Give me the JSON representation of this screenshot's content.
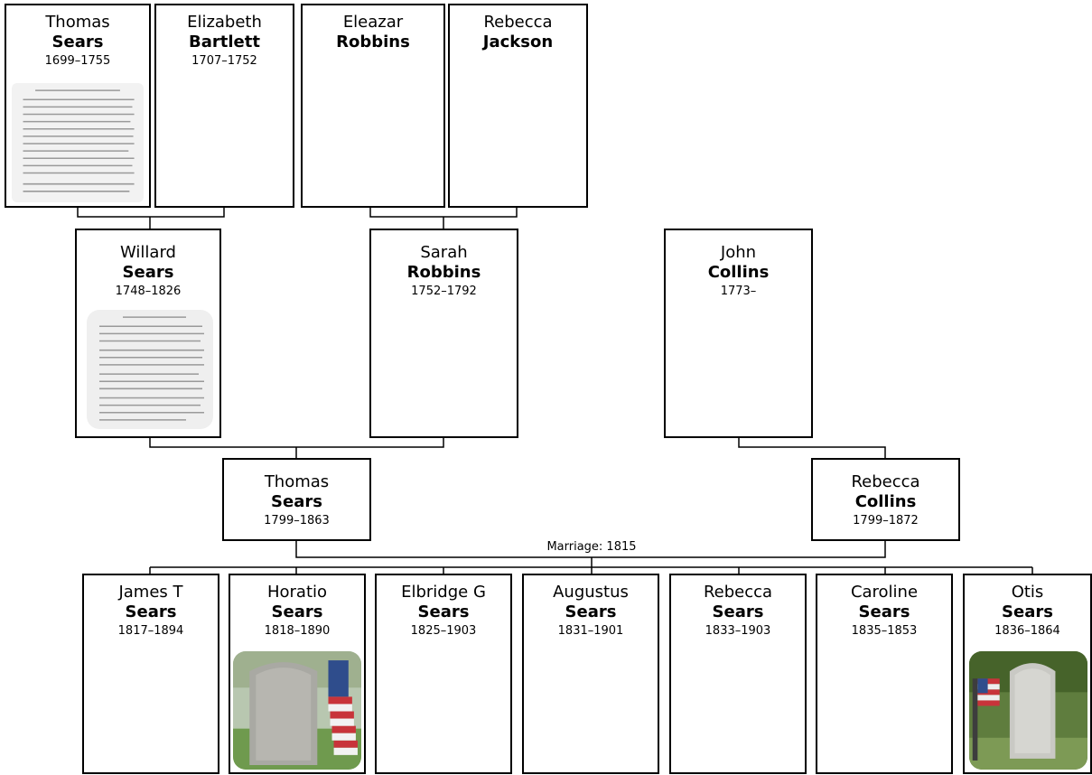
{
  "people": {
    "thomas_sr": {
      "given": "Thomas",
      "surname": "Sears",
      "dates": "1699–1755",
      "photo": "document-scan"
    },
    "elizabeth": {
      "given": "Elizabeth",
      "surname": "Bartlett",
      "dates": "1707–1752"
    },
    "eleazar": {
      "given": "Eleazar",
      "surname": "Robbins",
      "dates": ""
    },
    "rebecca_j": {
      "given": "Rebecca",
      "surname": "Jackson",
      "dates": ""
    },
    "willard": {
      "given": "Willard",
      "surname": "Sears",
      "dates": "1748–1826",
      "photo": "document-scan"
    },
    "sarah": {
      "given": "Sarah",
      "surname": "Robbins",
      "dates": "1752–1792"
    },
    "john": {
      "given": "John",
      "surname": "Collins",
      "dates": "1773–"
    },
    "thomas": {
      "given": "Thomas",
      "surname": "Sears",
      "dates": "1799–1863"
    },
    "rebecca_c": {
      "given": "Rebecca",
      "surname": "Collins",
      "dates": "1799–1872"
    },
    "james": {
      "given": "James T",
      "surname": "Sears",
      "dates": "1817–1894"
    },
    "horatio": {
      "given": "Horatio",
      "surname": "Sears",
      "dates": "1818–1890",
      "photo": "gravestone-with-flag"
    },
    "elbridge": {
      "given": "Elbridge G",
      "surname": "Sears",
      "dates": "1825–1903"
    },
    "augustus": {
      "given": "Augustus",
      "surname": "Sears",
      "dates": "1831–1901"
    },
    "rebecca": {
      "given": "Rebecca",
      "surname": "Sears",
      "dates": "1833–1903"
    },
    "caroline": {
      "given": "Caroline",
      "surname": "Sears",
      "dates": "1835–1853"
    },
    "otis": {
      "given": "Otis",
      "surname": "Sears",
      "dates": "1836–1864",
      "photo": "gravestone-with-flag"
    }
  },
  "marriage_label": "Marriage: 1815",
  "colors": {
    "border": "#000000",
    "background": "#ffffff",
    "line": "#000000"
  }
}
